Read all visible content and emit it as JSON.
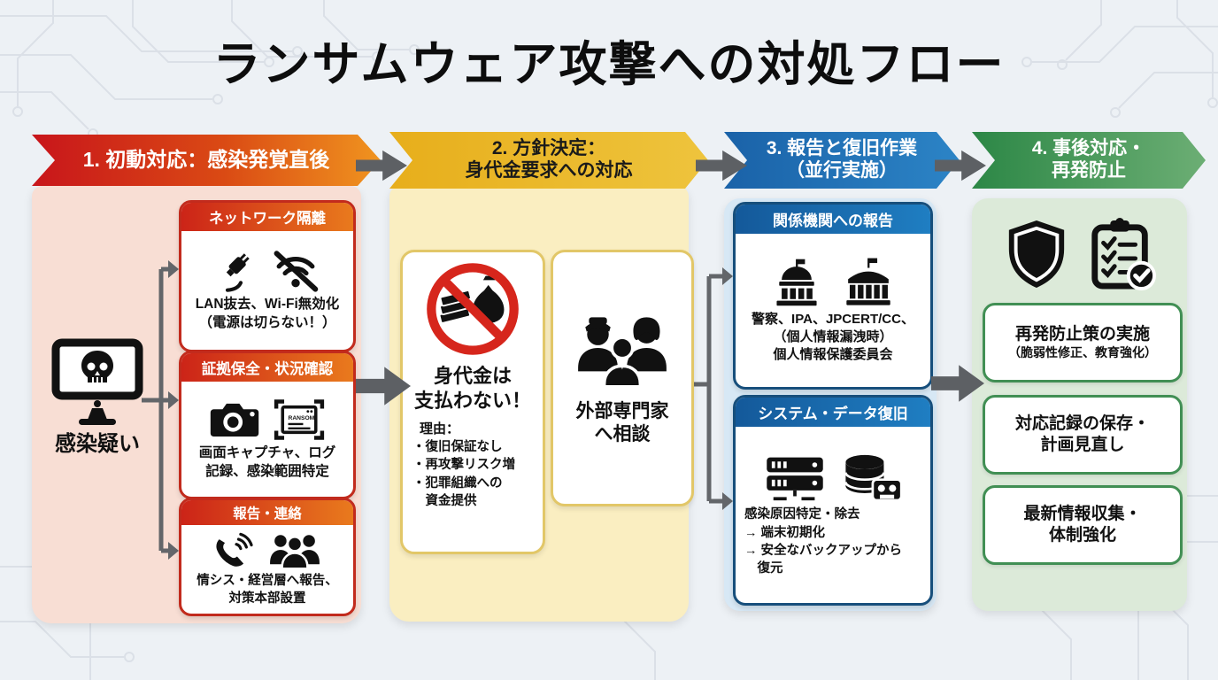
{
  "title": "ランサムウェア攻撃への対処フロー",
  "colors": {
    "background": "#edf1f5",
    "phase1_gradient": [
      "#c8151b",
      "#f0941f"
    ],
    "phase2_yellow": "#e8b623",
    "phase3_blue": "#1a62a8",
    "phase4_green": "#2c8746",
    "connector_gray": "#63666a",
    "prohibition_red": "#d6261c",
    "panel1": "#f8ded4",
    "panel2": "#faeec1",
    "panel3": "#d7e8f5",
    "panel4": "#dcead9"
  },
  "phase1": {
    "banner": "1. 初動対応：感染発覚直後",
    "source_label": "感染疑い",
    "boxes": [
      {
        "header": "ネットワーク隔離",
        "line1": "LAN抜去、Wi-Fi無効化",
        "line2": "（電源は切らない！）"
      },
      {
        "header": "証拠保全・状況確認",
        "line1": "画面キャプチャ、ログ",
        "line2": "記録、感染範囲特定"
      },
      {
        "header": "報告・連絡",
        "line1": "情シス・経営層へ報告、",
        "line2": "対策本部設置"
      }
    ]
  },
  "phase2": {
    "banner_line1": "2. 方針決定：",
    "banner_line2": "身代金要求への対応",
    "no_pay_card": {
      "title_line1": "身代金は",
      "title_line2": "支払わない！",
      "reason_label": "理由：",
      "reasons": [
        "・復旧保証なし",
        "・再攻撃リスク増",
        "・犯罪組織への",
        "　資金提供"
      ]
    },
    "consult_card": {
      "line1": "外部専門家",
      "line2": "へ相談"
    }
  },
  "phase3": {
    "banner_line1": "3. 報告と復旧作業",
    "banner_line2": "（並行実施）",
    "report_box": {
      "header": "関係機関への報告",
      "lines": [
        "警察、IPA、JPCERT/CC、",
        "（個人情報漏洩時）",
        "個人情報保護委員会"
      ]
    },
    "recovery_box": {
      "header": "システム・データ復旧",
      "lines": [
        "感染原因特定・除去",
        "→ 端末初期化",
        "→ 安全なバックアップから",
        "　復元"
      ]
    }
  },
  "phase4": {
    "banner_line1": "4. 事後対応・",
    "banner_line2": "再発防止",
    "boxes": [
      {
        "line1": "再発防止策の実施",
        "line2": "（脆弱性修正、教育強化）"
      },
      {
        "line1": "対応記録の保存・",
        "line2": "計画見直し"
      },
      {
        "line1": "最新情報収集・",
        "line2": "体制強化"
      }
    ]
  },
  "ransom_note_label": "RANSOM",
  "icons": {
    "infected-pc-icon": "monitor with skull",
    "lan-plug-icon": "LAN cable plug",
    "wifi-off-icon": "wifi slashed",
    "camera-icon": "camera",
    "ransom-screen-icon": "captured ransom note screen",
    "phone-icon": "phone handset with waves",
    "people-icon": "group of people",
    "no-ransom-icon": "prohibition sign over money bag and bills",
    "experts-icon": "police officer and specialists",
    "gov-dome-icon": "government dome building",
    "gov-bank-icon": "institution building with flag",
    "server-icon": "server rack",
    "backup-icon": "database cylinder with backup tape",
    "shield-icon": "shield",
    "clipboard-check-icon": "checklist clipboard with check badge"
  }
}
